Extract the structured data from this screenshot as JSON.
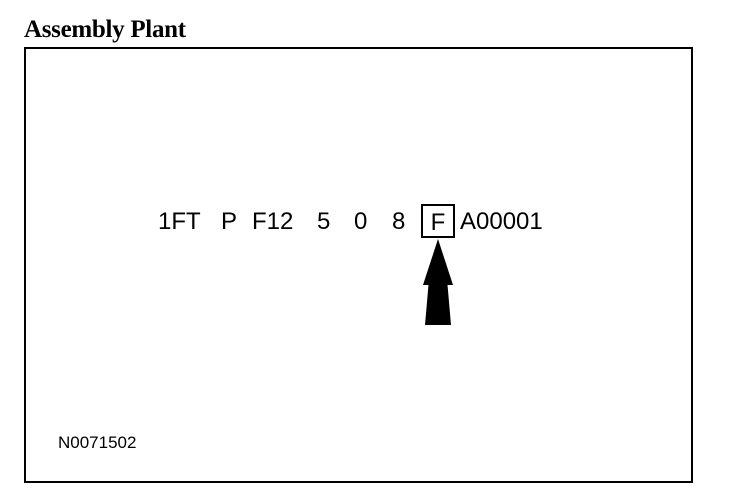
{
  "title": "Assembly Plant",
  "vin": {
    "segments": [
      "1FT",
      "P",
      "F12",
      "5",
      "0",
      "8",
      "F",
      "A00001"
    ],
    "highlighted_index": 6
  },
  "reference_code": "N0071502",
  "colors": {
    "ink": "#000000",
    "background": "#ffffff"
  },
  "icons": {
    "pointer": "up-arrow-icon"
  }
}
